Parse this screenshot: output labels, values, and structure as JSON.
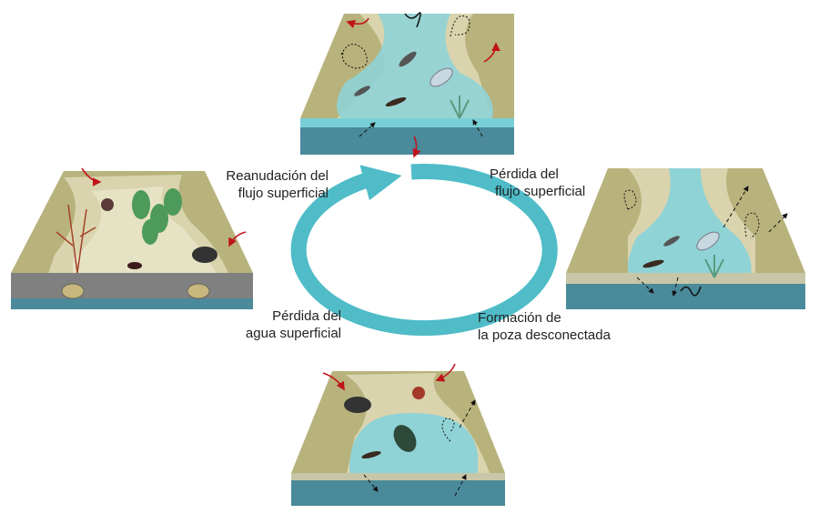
{
  "labels": {
    "resumption": [
      "Reanudación del",
      "flujo superficial"
    ],
    "flow_loss": [
      "Pérdida del",
      "flujo superficial"
    ],
    "water_loss": [
      "Pérdida del",
      "agua superficial"
    ],
    "pool_formation": [
      "Formación de",
      "la poza desconectada"
    ]
  },
  "colors": {
    "cycle_arrow": "#4fbcc8",
    "bank": "#b8b27c",
    "bank_light": "#d9d4ad",
    "water": "#8fd3d6",
    "base_water": "#4a8a9a",
    "sediment": "#808080",
    "dry_bed": "#e6e2c4",
    "animal_arrow": "#c0141b"
  },
  "panels": [
    {
      "stage": "flowing",
      "icons": [
        "water-strider-icon",
        "mayfly-larva-icon",
        "caddisfly-case-icon",
        "aquatic-plant-icon"
      ]
    },
    {
      "stage": "disconnected-pool",
      "icons": [
        "mosquito-larva-icon",
        "caddisfly-case-icon",
        "water-strider-icon",
        "aquatic-plant-icon"
      ]
    },
    {
      "stage": "dry",
      "icons": [
        "spider-icon",
        "beetle-icon",
        "ant-icon",
        "plant-icon",
        "snail-shell-icon"
      ]
    },
    {
      "stage": "shrinking-pool",
      "icons": [
        "beetle-icon",
        "spider-icon",
        "diving-beetle-icon",
        "water-strider-icon"
      ]
    }
  ]
}
